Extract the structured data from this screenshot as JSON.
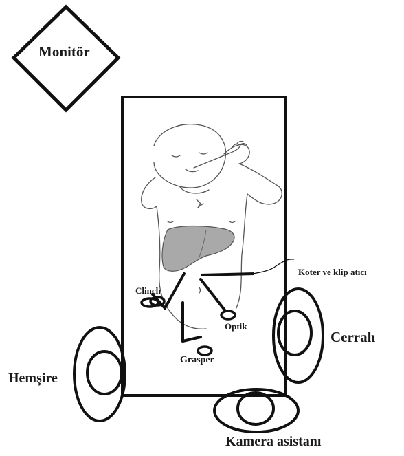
{
  "labels": {
    "monitor": "Monitör",
    "koter": "Koter ve klip atıcı",
    "clinch": "Clinch",
    "optik": "Optik",
    "cerrah": "Cerrah",
    "grasper": "Grasper",
    "hemsire": "Hemşire",
    "kamera": "Kamera asistanı"
  },
  "colors": {
    "stroke": "#111111",
    "liver_fill": "#a9a9a9",
    "skin_line": "#555555"
  }
}
